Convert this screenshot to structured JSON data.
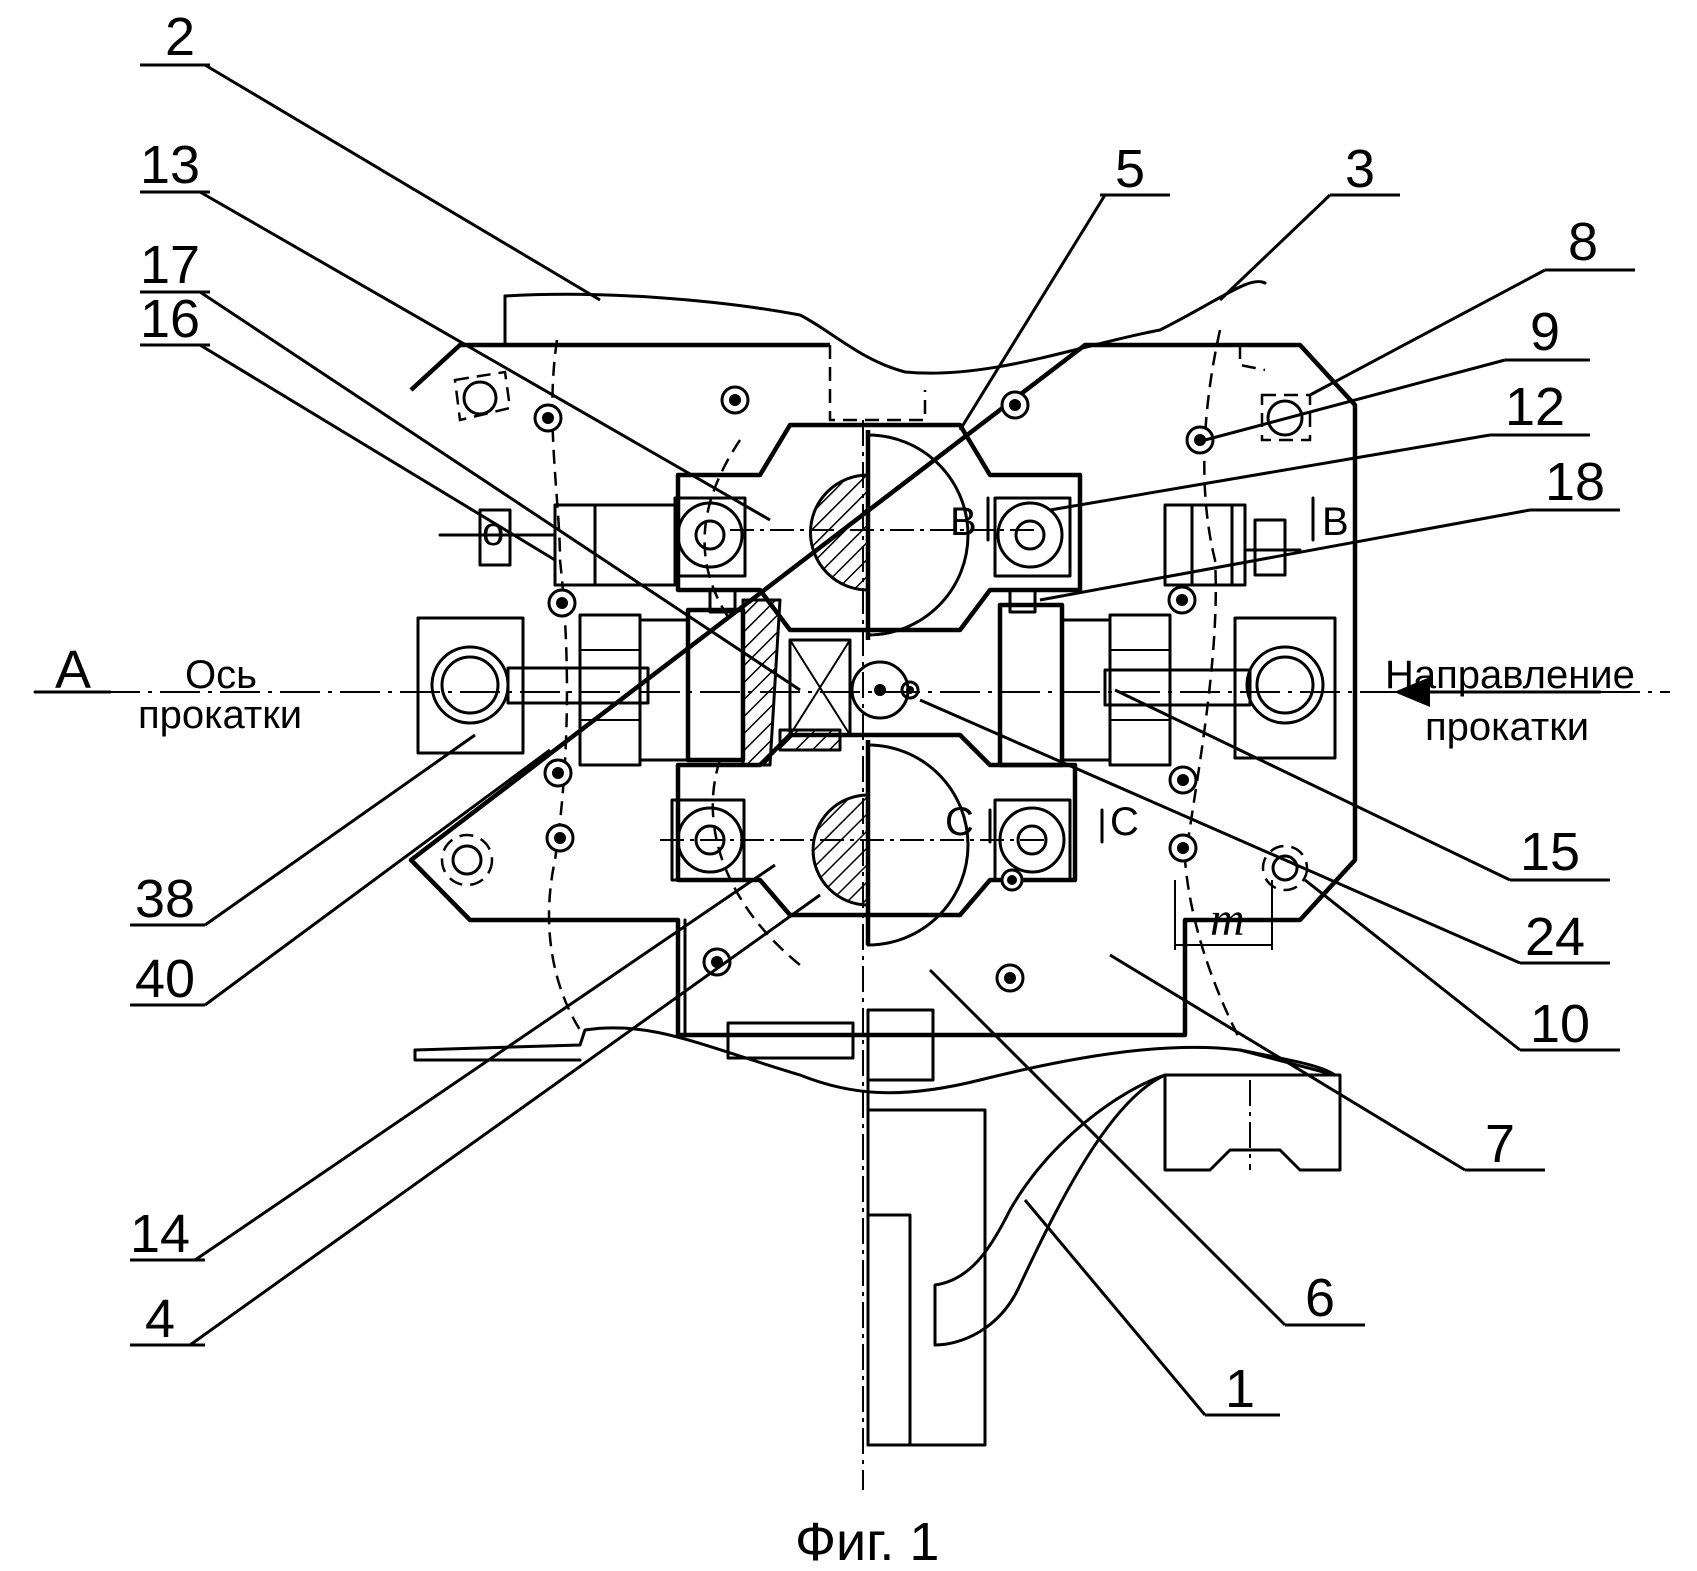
{
  "figure": {
    "caption": "Фиг. 1",
    "axis_label": {
      "letter": "A",
      "line1": "Ось",
      "line2": "прокатки"
    },
    "direction_label": {
      "line1": "Направление",
      "line2": "прокатки"
    },
    "section_marks": {
      "b_left": "B",
      "b_right": "B",
      "c_left": "C",
      "c_right": "C"
    },
    "dimension": "m",
    "callouts": {
      "n1": "1",
      "n2": "2",
      "n3": "3",
      "n4": "4",
      "n5": "5",
      "n6": "6",
      "n7": "7",
      "n8": "8",
      "n9": "9",
      "n10": "10",
      "n12": "12",
      "n13": "13",
      "n14": "14",
      "n15": "15",
      "n16": "16",
      "n17": "17",
      "n18": "18",
      "n24": "24",
      "n38": "38",
      "n40": "40"
    }
  }
}
